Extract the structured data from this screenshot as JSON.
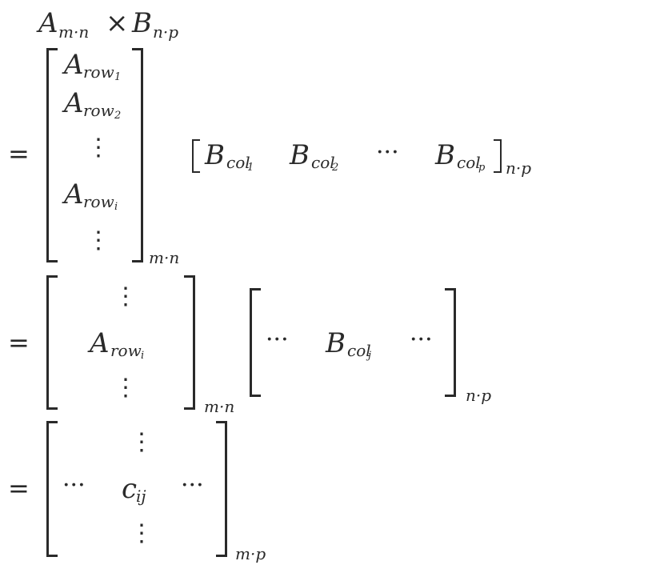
{
  "line0": {
    "A": "A",
    "A_sub": "m·n",
    "times": "×",
    "B": "B",
    "B_sub": "n·p"
  },
  "line1": {
    "eq": "=",
    "rows": [
      {
        "base": "A",
        "sub": "row",
        "subsub": "1"
      },
      {
        "base": "A",
        "sub": "row",
        "subsub": "2"
      },
      {
        "base": "A",
        "sub": "row",
        "subsub": "i"
      }
    ],
    "vdots": "⋮",
    "left_dim": "m·n",
    "cols": [
      {
        "base": "B",
        "sub": "col",
        "subsub": "1"
      },
      {
        "base": "B",
        "sub": "col",
        "subsub": "2"
      },
      {
        "base": "B",
        "sub": "col",
        "subsub": "p"
      }
    ],
    "cdots": "···",
    "right_dim": "n·p"
  },
  "line2": {
    "eq": "=",
    "row": {
      "base": "A",
      "sub": "row",
      "subsub": "i"
    },
    "vdots": "⋮",
    "left_dim": "m·n",
    "col": {
      "base": "B",
      "sub": "col",
      "subsub": "j"
    },
    "cdots": "···",
    "right_dim": "n·p"
  },
  "line3": {
    "eq": "=",
    "entry": {
      "base": "c",
      "sub": "ij"
    },
    "vdots": "⋮",
    "cdots": "···",
    "dim": "m·p"
  }
}
